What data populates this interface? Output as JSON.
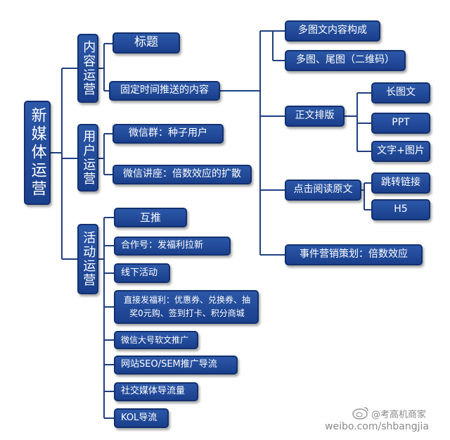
{
  "root": {
    "label": "新媒体运营"
  },
  "branches": {
    "content": {
      "label": "内容运营",
      "title_node": "标题",
      "schedule_node": "固定时间推送的内容",
      "multi_graphic": "多图文内容构成",
      "multi_image": "多图、尾图（二维码）",
      "body_layout": "正文排版",
      "long_image": "长图文",
      "ppt": "PPT",
      "text_image": "文字+图片",
      "read_original": "点击阅读原文",
      "jump_link": "跳转链接",
      "h5": "H5",
      "event": "事件营销策划：倍数效应"
    },
    "user": {
      "label": "用户运营",
      "wechat_group": "微信群：种子用户",
      "wechat_lecture": "微信讲座：倍数效应的扩散"
    },
    "activity": {
      "label": "活动运营",
      "items": [
        "互推",
        "合作号：发福利拉新",
        "线下活动",
        "直接发福利：优惠券、兑换券、抽奖0元购、签到打卡、积分商城",
        "微信大号软文推广",
        "网站SEO/SEM推广导流",
        "社交媒体导流量",
        "KOL导流"
      ]
    }
  },
  "watermark": {
    "line1": "@考高机商家",
    "line2": "weibo.com/shbangjia"
  },
  "colors": {
    "box_fill": "#1f4a9c",
    "box_border": "#12306e",
    "line": "#1f3f80",
    "text": "#ffffff"
  }
}
